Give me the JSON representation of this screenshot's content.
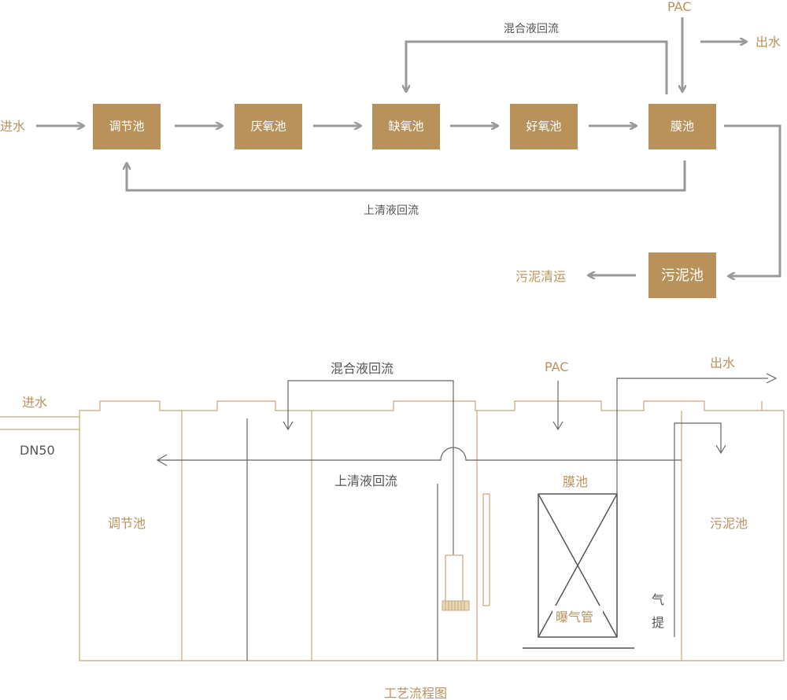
{
  "top": {
    "inlet": "进水",
    "outlet": "出水",
    "pac": "PAC",
    "boxes": {
      "regulating": "调节池",
      "anaerobic": "厌氧池",
      "anoxic": "缺氧池",
      "aerobic": "好氧池",
      "membrane": "膜池",
      "sludge": "污泥池"
    },
    "mixed_return": "混合液回流",
    "supernatant_return": "上清液回流",
    "sludge_disposal": "污泥清运"
  },
  "bottom": {
    "inlet": "进水",
    "inlet_size": "DN50",
    "mixed_return": "混合液回流",
    "pac": "PAC",
    "outlet": "出水",
    "supernatant_return": "上清液回流",
    "membrane_tank": "膜池",
    "regulating_tank": "调节池",
    "sludge_tank": "污泥池",
    "aeration_pipe": "曝气管",
    "airlift_1": "气",
    "airlift_2": "提"
  },
  "caption": "工艺流程图",
  "colors": {
    "accent": "#b8925a",
    "arrow": "#999999",
    "line": "#c8a878"
  }
}
